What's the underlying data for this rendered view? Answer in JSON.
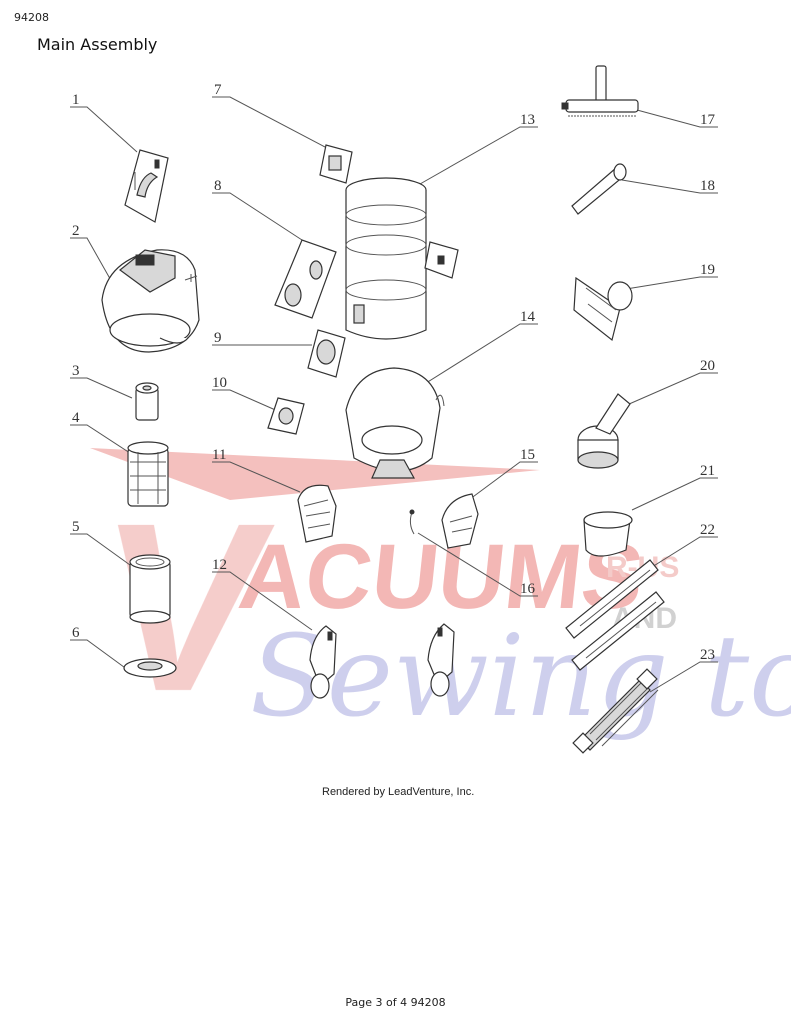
{
  "doc_id": "94208",
  "title": "Main Assembly",
  "credit": "Rendered by LeadVenture, Inc.",
  "footer": "Page 3 of 4 94208",
  "watermark": {
    "main": "ACUUMS",
    "initial": "V",
    "suffix_top": "R-US",
    "suffix_bottom": "AND",
    "script": "Sewing too",
    "colors": {
      "red": "#e8504c",
      "blue": "#8d8fd0",
      "grey": "#9a9a9a"
    }
  },
  "callouts": [
    "1",
    "2",
    "3",
    "4",
    "5",
    "6",
    "7",
    "8",
    "9",
    "10",
    "11",
    "12",
    "13",
    "14",
    "15",
    "16",
    "17",
    "18",
    "19",
    "20",
    "21",
    "22",
    "23"
  ]
}
